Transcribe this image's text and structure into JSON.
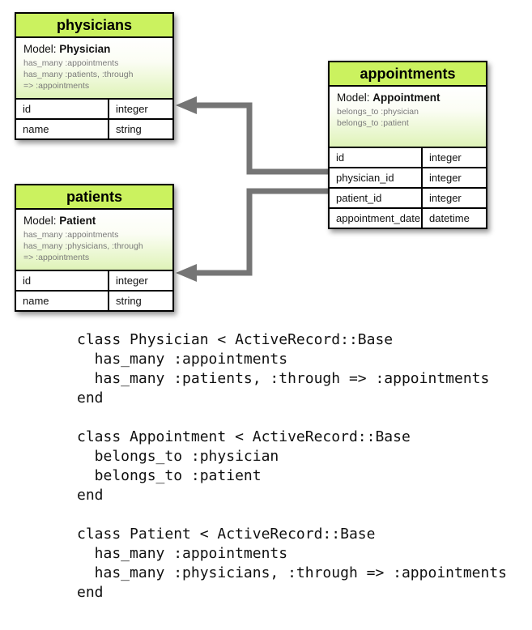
{
  "diagram": {
    "tables": [
      {
        "title": "physicians",
        "model_label": "Model:",
        "model_name": "Physician",
        "associations": [
          "has_many :appointments",
          "has_many :patients, :through",
          "=> :appointments"
        ],
        "columns": [
          {
            "name": "id",
            "type": "integer"
          },
          {
            "name": "name",
            "type": "string"
          }
        ]
      },
      {
        "title": "appointments",
        "model_label": "Model:",
        "model_name": "Appointment",
        "associations": [
          "belongs_to :physician",
          "belongs_to :patient"
        ],
        "columns": [
          {
            "name": "id",
            "type": "integer"
          },
          {
            "name": "physician_id",
            "type": "integer"
          },
          {
            "name": "patient_id",
            "type": "integer"
          },
          {
            "name": "appointment_date",
            "type": "datetime"
          }
        ]
      },
      {
        "title": "patients",
        "model_label": "Model:",
        "model_name": "Patient",
        "associations": [
          "has_many :appointments",
          "has_many :physicians, :through",
          "=> :appointments"
        ],
        "columns": [
          {
            "name": "id",
            "type": "integer"
          },
          {
            "name": "name",
            "type": "string"
          }
        ]
      }
    ],
    "relations": [
      {
        "from_table": "appointments",
        "from_column": "physician_id",
        "to_table": "physicians",
        "to_column": "id"
      },
      {
        "from_table": "appointments",
        "from_column": "patient_id",
        "to_table": "patients",
        "to_column": "id"
      }
    ],
    "colors": {
      "table_header_green": "#cbf25f",
      "model_gradient_bottom": "#dff3b8",
      "arrow_gray": "#757575",
      "association_text_gray": "#7a7a7a"
    }
  },
  "code": {
    "blocks": [
      {
        "lines": [
          "class Physician < ActiveRecord::Base",
          "  has_many :appointments",
          "  has_many :patients, :through => :appointments",
          "end"
        ]
      },
      {
        "lines": [
          "class Appointment < ActiveRecord::Base",
          "  belongs_to :physician",
          "  belongs_to :patient",
          "end"
        ]
      },
      {
        "lines": [
          "class Patient < ActiveRecord::Base",
          "  has_many :appointments",
          "  has_many :physicians, :through => :appointments",
          "end"
        ]
      }
    ]
  }
}
